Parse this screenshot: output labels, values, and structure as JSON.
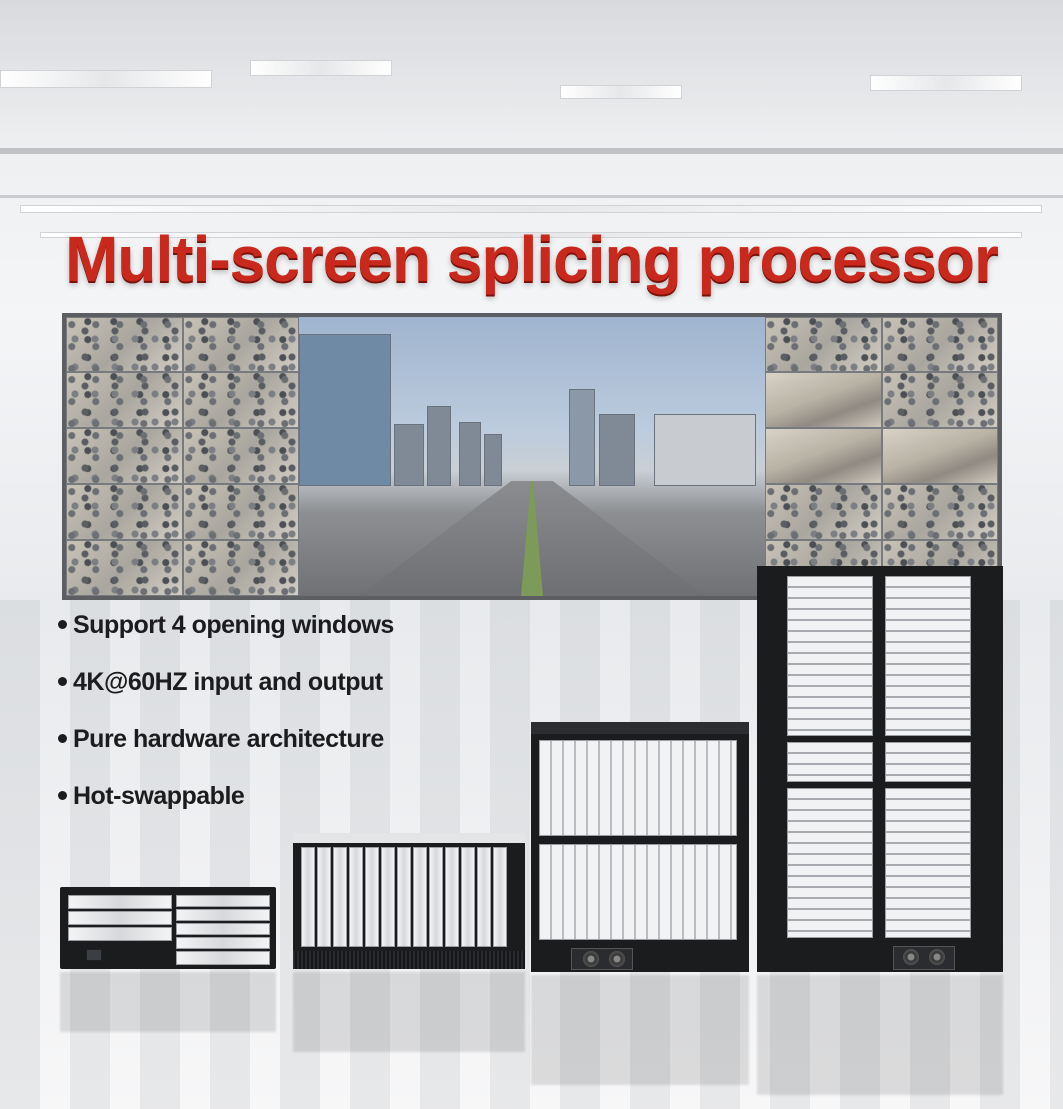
{
  "title": "Multi-screen splicing processor",
  "features": [
    "Support 4 opening windows",
    "4K@60HZ input and output",
    "Pure hardware architecture",
    "Hot-swappable"
  ],
  "colors": {
    "title": "#c9281c",
    "feature_text": "#1c1c1e",
    "device_body": "#1b1c1e",
    "wall_frame": "#5c5e61"
  }
}
